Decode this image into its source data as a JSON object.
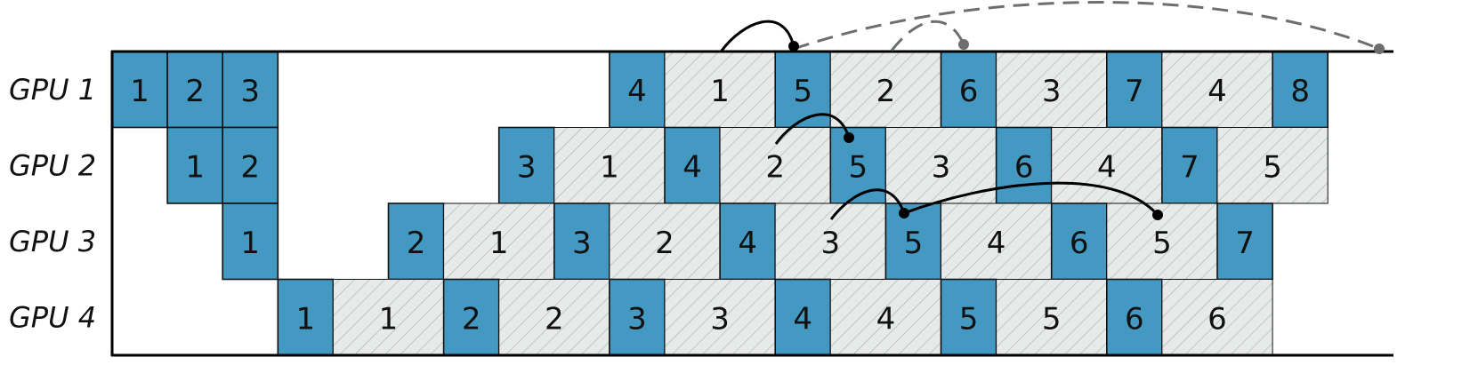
{
  "rows": [
    {
      "label": "GPU 1",
      "cells": [
        {
          "type": "forward",
          "label": "1",
          "slot": 0
        },
        {
          "type": "forward",
          "label": "2",
          "slot": 1
        },
        {
          "type": "forward",
          "label": "3",
          "slot": 2
        },
        {
          "type": "forward",
          "label": "4",
          "slot": 9
        },
        {
          "type": "backward",
          "label": "1",
          "slot": 10
        },
        {
          "type": "forward",
          "label": "5",
          "slot": 12
        },
        {
          "type": "backward",
          "label": "2",
          "slot": 13
        },
        {
          "type": "forward",
          "label": "6",
          "slot": 15
        },
        {
          "type": "backward",
          "label": "3",
          "slot": 16
        },
        {
          "type": "forward",
          "label": "7",
          "slot": 18
        },
        {
          "type": "backward",
          "label": "4",
          "slot": 19
        },
        {
          "type": "forward",
          "label": "8",
          "slot": 21
        }
      ]
    },
    {
      "label": "GPU 2",
      "cells": [
        {
          "type": "forward",
          "label": "1",
          "slot": 1
        },
        {
          "type": "forward",
          "label": "2",
          "slot": 2
        },
        {
          "type": "forward",
          "label": "3",
          "slot": 7
        },
        {
          "type": "backward",
          "label": "1",
          "slot": 8
        },
        {
          "type": "forward",
          "label": "4",
          "slot": 10
        },
        {
          "type": "backward",
          "label": "2",
          "slot": 11
        },
        {
          "type": "forward",
          "label": "5",
          "slot": 13
        },
        {
          "type": "backward",
          "label": "3",
          "slot": 14
        },
        {
          "type": "forward",
          "label": "6",
          "slot": 16
        },
        {
          "type": "backward",
          "label": "4",
          "slot": 17
        },
        {
          "type": "forward",
          "label": "7",
          "slot": 19
        },
        {
          "type": "backward",
          "label": "5",
          "slot": 20
        }
      ]
    },
    {
      "label": "GPU 3",
      "cells": [
        {
          "type": "forward",
          "label": "1",
          "slot": 2
        },
        {
          "type": "forward",
          "label": "2",
          "slot": 5
        },
        {
          "type": "backward",
          "label": "1",
          "slot": 6
        },
        {
          "type": "forward",
          "label": "3",
          "slot": 8
        },
        {
          "type": "backward",
          "label": "2",
          "slot": 9
        },
        {
          "type": "forward",
          "label": "4",
          "slot": 11
        },
        {
          "type": "backward",
          "label": "3",
          "slot": 12
        },
        {
          "type": "forward",
          "label": "5",
          "slot": 14
        },
        {
          "type": "backward",
          "label": "4",
          "slot": 15
        },
        {
          "type": "forward",
          "label": "6",
          "slot": 17
        },
        {
          "type": "backward",
          "label": "5",
          "slot": 18
        },
        {
          "type": "forward",
          "label": "7",
          "slot": 20
        }
      ]
    },
    {
      "label": "GPU 4",
      "cells": [
        {
          "type": "forward",
          "label": "1",
          "slot": 3
        },
        {
          "type": "backward",
          "label": "1",
          "slot": 4
        },
        {
          "type": "forward",
          "label": "2",
          "slot": 6
        },
        {
          "type": "backward",
          "label": "2",
          "slot": 7
        },
        {
          "type": "forward",
          "label": "3",
          "slot": 9
        },
        {
          "type": "backward",
          "label": "3",
          "slot": 10
        },
        {
          "type": "forward",
          "label": "4",
          "slot": 12
        },
        {
          "type": "backward",
          "label": "4",
          "slot": 13
        },
        {
          "type": "forward",
          "label": "5",
          "slot": 15
        },
        {
          "type": "backward",
          "label": "5",
          "slot": 16
        },
        {
          "type": "forward",
          "label": "6",
          "slot": 18
        },
        {
          "type": "backward",
          "label": "6",
          "slot": 19
        }
      ]
    }
  ],
  "colors": {
    "forward": "#4499c2",
    "backward_fill": "#e8e9e9",
    "backward_hatch": "#a8bcbc",
    "arrow_solid": "#000000",
    "arrow_dashed": "#6e6e6e"
  }
}
